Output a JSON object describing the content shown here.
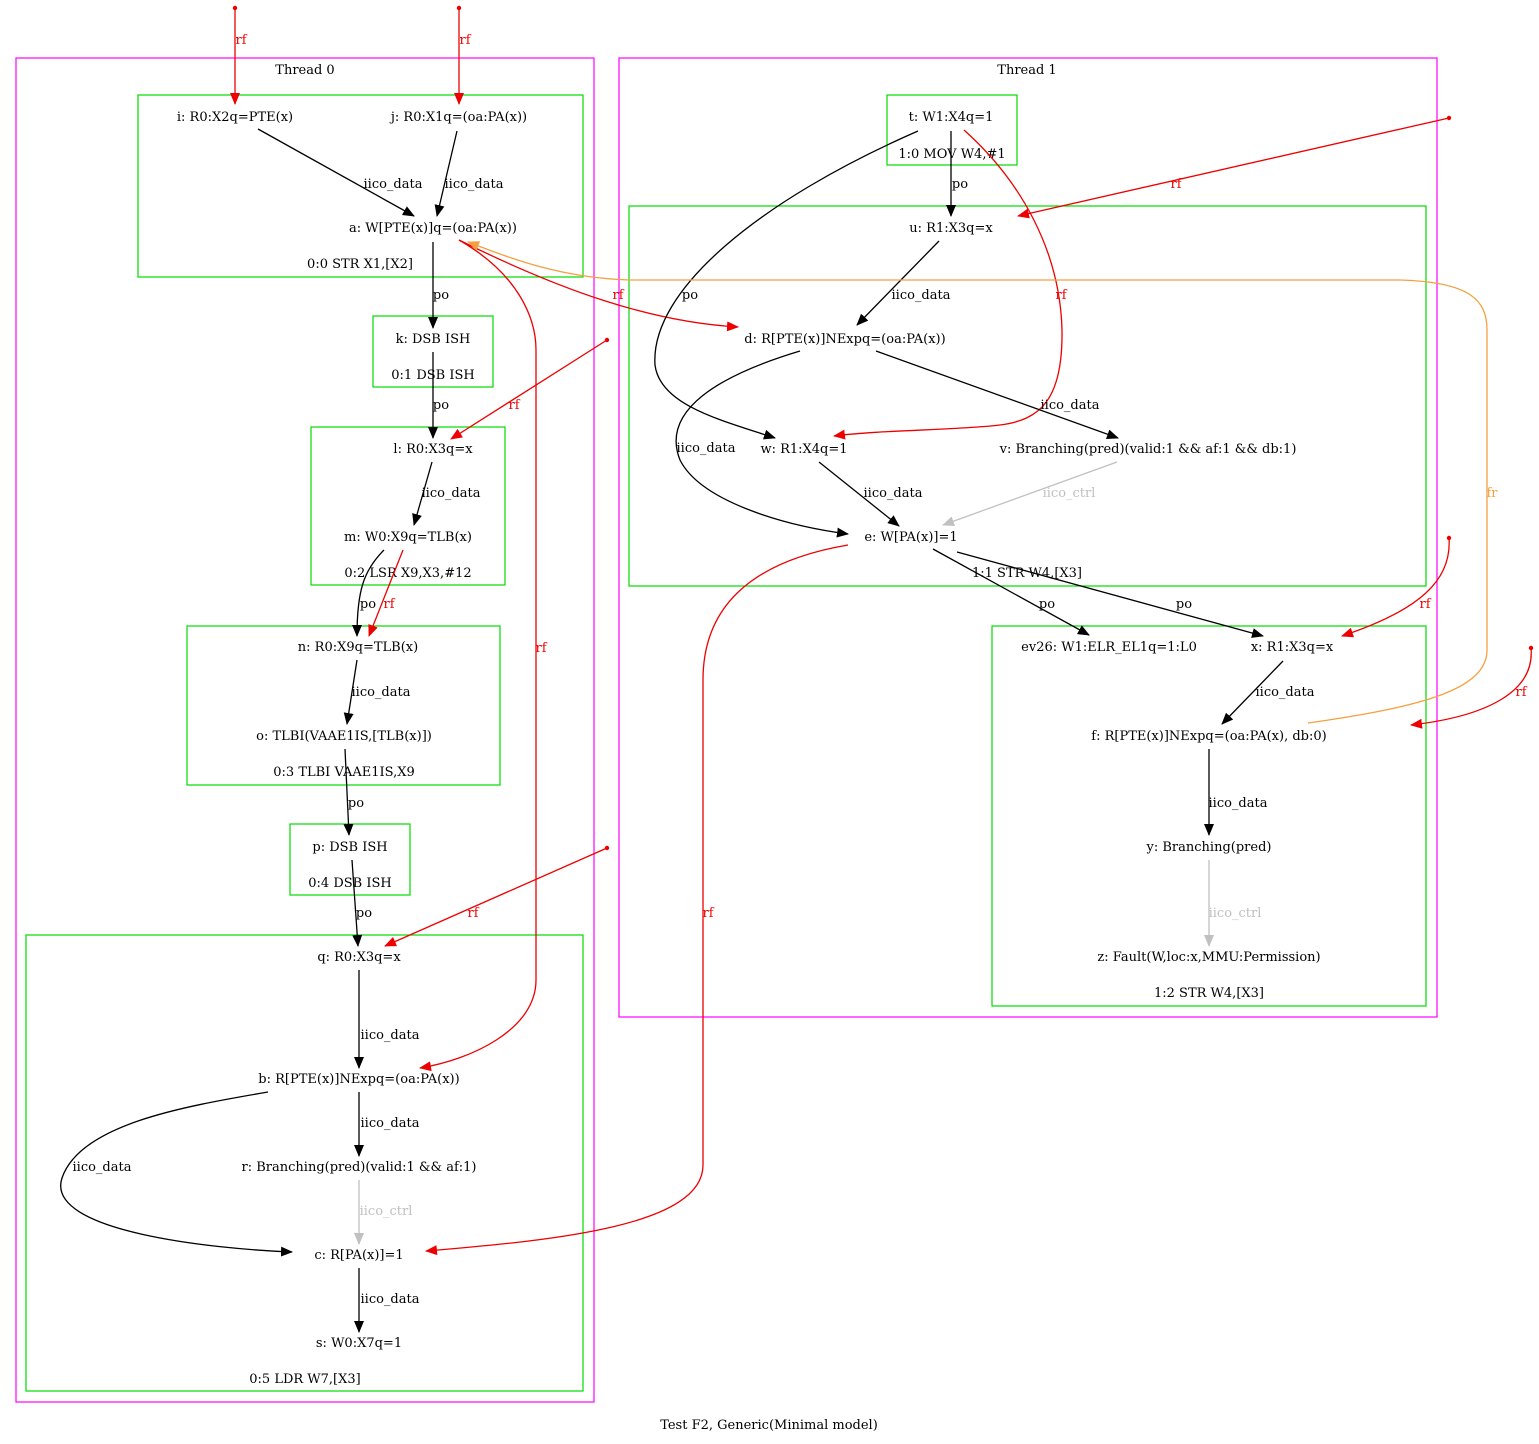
{
  "caption": "Test F2, Generic(Minimal model)",
  "colors": {
    "thread_border": "#ff00ff",
    "instruction_border": "#00dd00",
    "po": "#000000",
    "iico_data": "#000000",
    "iico_ctrl": "#c0c0c0",
    "rf": "#ee0000",
    "fr": "#f5a040"
  },
  "threads": [
    {
      "id": "T0",
      "label": "Thread 0"
    },
    {
      "id": "T1",
      "label": "Thread 1"
    }
  ],
  "instructions": [
    {
      "id": "I00",
      "label": "0:0 STR X1,[X2]"
    },
    {
      "id": "I01",
      "label": "0:1 DSB ISH"
    },
    {
      "id": "I02",
      "label": "0:2 LSR X9,X3,#12"
    },
    {
      "id": "I03",
      "label": "0:3 TLBI VAAE1IS,X9"
    },
    {
      "id": "I04",
      "label": "0:4 DSB ISH"
    },
    {
      "id": "I05",
      "label": "0:5 LDR W7,[X3]"
    },
    {
      "id": "I10",
      "label": "1:0 MOV W4,#1"
    },
    {
      "id": "I11",
      "label": "1:1 STR W4,[X3]"
    },
    {
      "id": "I12",
      "label": "1:2 STR W4,[X3]"
    }
  ],
  "nodes": [
    {
      "id": "i",
      "label": "i: R0:X2q=PTE(x)"
    },
    {
      "id": "j",
      "label": "j: R0:X1q=(oa:PA(x))"
    },
    {
      "id": "a",
      "label": "a: W[PTE(x)]q=(oa:PA(x))"
    },
    {
      "id": "k",
      "label": "k: DSB ISH"
    },
    {
      "id": "l",
      "label": "l: R0:X3q=x"
    },
    {
      "id": "m",
      "label": "m: W0:X9q=TLB(x)"
    },
    {
      "id": "n",
      "label": "n: R0:X9q=TLB(x)"
    },
    {
      "id": "o",
      "label": "o: TLBI(VAAE1IS,[TLB(x)])"
    },
    {
      "id": "p",
      "label": "p: DSB ISH"
    },
    {
      "id": "q",
      "label": "q: R0:X3q=x"
    },
    {
      "id": "b",
      "label": "b: R[PTE(x)]NExpq=(oa:PA(x))"
    },
    {
      "id": "r",
      "label": "r: Branching(pred)(valid:1 && af:1)"
    },
    {
      "id": "c",
      "label": "c: R[PA(x)]=1"
    },
    {
      "id": "s",
      "label": "s: W0:X7q=1"
    },
    {
      "id": "t",
      "label": "t: W1:X4q=1"
    },
    {
      "id": "u",
      "label": "u: R1:X3q=x"
    },
    {
      "id": "d",
      "label": "d: R[PTE(x)]NExpq=(oa:PA(x))"
    },
    {
      "id": "w",
      "label": "w: R1:X4q=1"
    },
    {
      "id": "v",
      "label": "v: Branching(pred)(valid:1 && af:1 && db:1)"
    },
    {
      "id": "e",
      "label": "e: W[PA(x)]=1"
    },
    {
      "id": "ev26",
      "label": "ev26: W1:ELR_EL1q=1:L0"
    },
    {
      "id": "x",
      "label": "x: R1:X3q=x"
    },
    {
      "id": "f",
      "label": "f: R[PTE(x)]NExpq=(oa:PA(x), db:0)"
    },
    {
      "id": "y",
      "label": "y: Branching(pred)"
    },
    {
      "id": "z",
      "label": "z: Fault(W,loc:x,MMU:Permission)"
    }
  ],
  "edges": [
    {
      "id": "e_i_a",
      "from": "i",
      "to": "a",
      "kind": "iico_data",
      "label": "iico_data"
    },
    {
      "id": "e_j_a",
      "from": "j",
      "to": "a",
      "kind": "iico_data",
      "label": "iico_data"
    },
    {
      "id": "e_a_k",
      "from": "a",
      "to": "k",
      "kind": "po",
      "label": "po"
    },
    {
      "id": "e_k_l",
      "from": "k",
      "to": "l",
      "kind": "po",
      "label": "po"
    },
    {
      "id": "e_l_m",
      "from": "l",
      "to": "m",
      "kind": "iico_data",
      "label": "iico_data"
    },
    {
      "id": "e_m_n_po",
      "from": "m",
      "to": "n",
      "kind": "po",
      "label": "po"
    },
    {
      "id": "e_m_n_rf",
      "from": "m",
      "to": "n",
      "kind": "rf",
      "label": "rf"
    },
    {
      "id": "e_n_o",
      "from": "n",
      "to": "o",
      "kind": "iico_data",
      "label": "iico_data"
    },
    {
      "id": "e_o_p",
      "from": "o",
      "to": "p",
      "kind": "po",
      "label": "po"
    },
    {
      "id": "e_p_q",
      "from": "p",
      "to": "q",
      "kind": "po",
      "label": "po"
    },
    {
      "id": "e_q_b",
      "from": "q",
      "to": "b",
      "kind": "iico_data",
      "label": "iico_data"
    },
    {
      "id": "e_b_r",
      "from": "b",
      "to": "r",
      "kind": "iico_data",
      "label": "iico_data"
    },
    {
      "id": "e_b_c",
      "from": "b",
      "to": "c",
      "kind": "iico_data",
      "label": "iico_data"
    },
    {
      "id": "e_r_c",
      "from": "r",
      "to": "c",
      "kind": "iico_ctrl",
      "label": "iico_ctrl"
    },
    {
      "id": "e_c_s",
      "from": "c",
      "to": "s",
      "kind": "iico_data",
      "label": "iico_data"
    },
    {
      "id": "e_a_b",
      "from": "a",
      "to": "b",
      "kind": "rf",
      "label": "rf"
    },
    {
      "id": "e_a_d",
      "from": "a",
      "to": "d",
      "kind": "rf",
      "label": "rf"
    },
    {
      "id": "e_t_u",
      "from": "t",
      "to": "u",
      "kind": "po",
      "label": "po"
    },
    {
      "id": "e_t_w_po",
      "from": "t",
      "to": "w",
      "kind": "po",
      "label": "po"
    },
    {
      "id": "e_t_w_rf",
      "from": "t",
      "to": "w",
      "kind": "rf",
      "label": "rf"
    },
    {
      "id": "e_u_d",
      "from": "u",
      "to": "d",
      "kind": "iico_data",
      "label": "iico_data"
    },
    {
      "id": "e_d_v",
      "from": "d",
      "to": "v",
      "kind": "iico_data",
      "label": "iico_data"
    },
    {
      "id": "e_d_e",
      "from": "d",
      "to": "e",
      "kind": "iico_data",
      "label": "iico_data"
    },
    {
      "id": "e_w_e",
      "from": "w",
      "to": "e",
      "kind": "iico_data",
      "label": "iico_data"
    },
    {
      "id": "e_v_e",
      "from": "v",
      "to": "e",
      "kind": "iico_ctrl",
      "label": "iico_ctrl"
    },
    {
      "id": "e_e_ev26",
      "from": "e",
      "to": "ev26",
      "kind": "po",
      "label": "po"
    },
    {
      "id": "e_e_x",
      "from": "e",
      "to": "x",
      "kind": "po",
      "label": "po"
    },
    {
      "id": "e_e_c",
      "from": "e",
      "to": "c",
      "kind": "rf",
      "label": "rf"
    },
    {
      "id": "e_x_f",
      "from": "x",
      "to": "f",
      "kind": "iico_data",
      "label": "iico_data"
    },
    {
      "id": "e_f_y",
      "from": "f",
      "to": "y",
      "kind": "iico_data",
      "label": "iico_data"
    },
    {
      "id": "e_y_z",
      "from": "y",
      "to": "z",
      "kind": "iico_ctrl",
      "label": "iico_ctrl"
    },
    {
      "id": "e_f_a",
      "from": "f",
      "to": "a",
      "kind": "fr",
      "label": "fr"
    },
    {
      "id": "e_init_i",
      "from": "init",
      "to": "i",
      "kind": "rf",
      "label": "rf"
    },
    {
      "id": "e_init_j",
      "from": "init",
      "to": "j",
      "kind": "rf",
      "label": "rf"
    },
    {
      "id": "e_init_l",
      "from": "init",
      "to": "l",
      "kind": "rf",
      "label": "rf"
    },
    {
      "id": "e_init_q",
      "from": "init",
      "to": "q",
      "kind": "rf",
      "label": "rf"
    },
    {
      "id": "e_init_u",
      "from": "init",
      "to": "u",
      "kind": "rf",
      "label": "rf"
    },
    {
      "id": "e_init_x",
      "from": "init",
      "to": "x",
      "kind": "rf",
      "label": "rf"
    },
    {
      "id": "e_init_f",
      "from": "init",
      "to": "f",
      "kind": "rf",
      "label": "rf"
    }
  ]
}
